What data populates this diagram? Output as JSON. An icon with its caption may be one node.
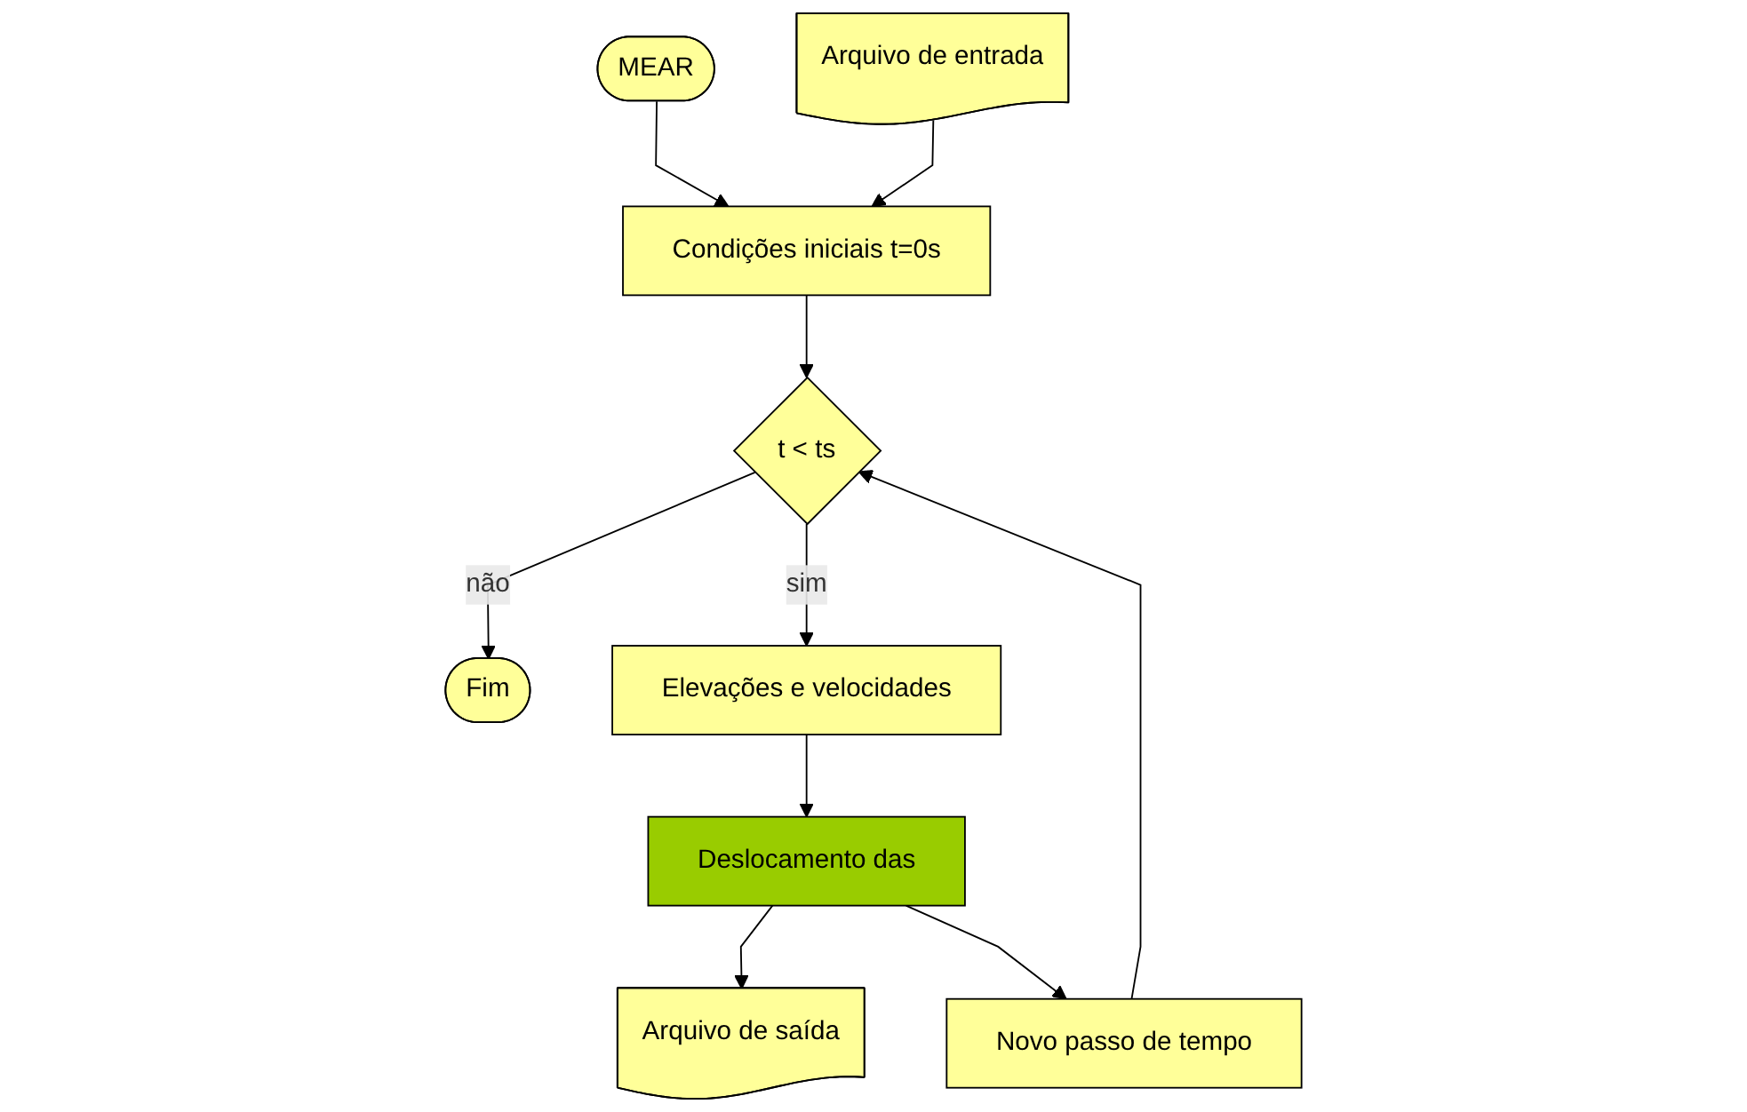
{
  "diagram": {
    "nodes": [
      {
        "text": [
          "MEAR"
        ]
      },
      {
        "text": [
          "Arquivo de entrada"
        ]
      },
      {
        "text": [
          "Condições iniciais t=0s"
        ]
      },
      {
        "text": [
          "t < ts"
        ]
      },
      {
        "text": [
          "Fim"
        ]
      },
      {
        "text": [
          "Elevações e velocidades"
        ]
      },
      {
        "text": [
          "Deslocamento das"
        ]
      },
      {
        "text": [
          "Arquivo de saída"
        ]
      },
      {
        "text": [
          "Novo passo de tempo"
        ]
      }
    ],
    "edges": [
      {
        "from": 0,
        "to": 2,
        "arrow": "to"
      },
      {
        "from": 1,
        "to": 2,
        "arrow": "to"
      },
      {
        "from": 2,
        "to": 3,
        "arrow": "to"
      },
      {
        "from": 3,
        "to": 4,
        "label": "não",
        "arrow": "to"
      },
      {
        "from": 3,
        "to": 5,
        "label": "sim",
        "arrow": "to"
      },
      {
        "from": 5,
        "to": 6,
        "arrow": "to"
      },
      {
        "from": 6,
        "to": 7,
        "arrow": "to"
      },
      {
        "from": 6,
        "to": 8,
        "arrow": "to"
      },
      {
        "from": 8,
        "to": 3,
        "arrow": "to"
      }
    ]
  }
}
